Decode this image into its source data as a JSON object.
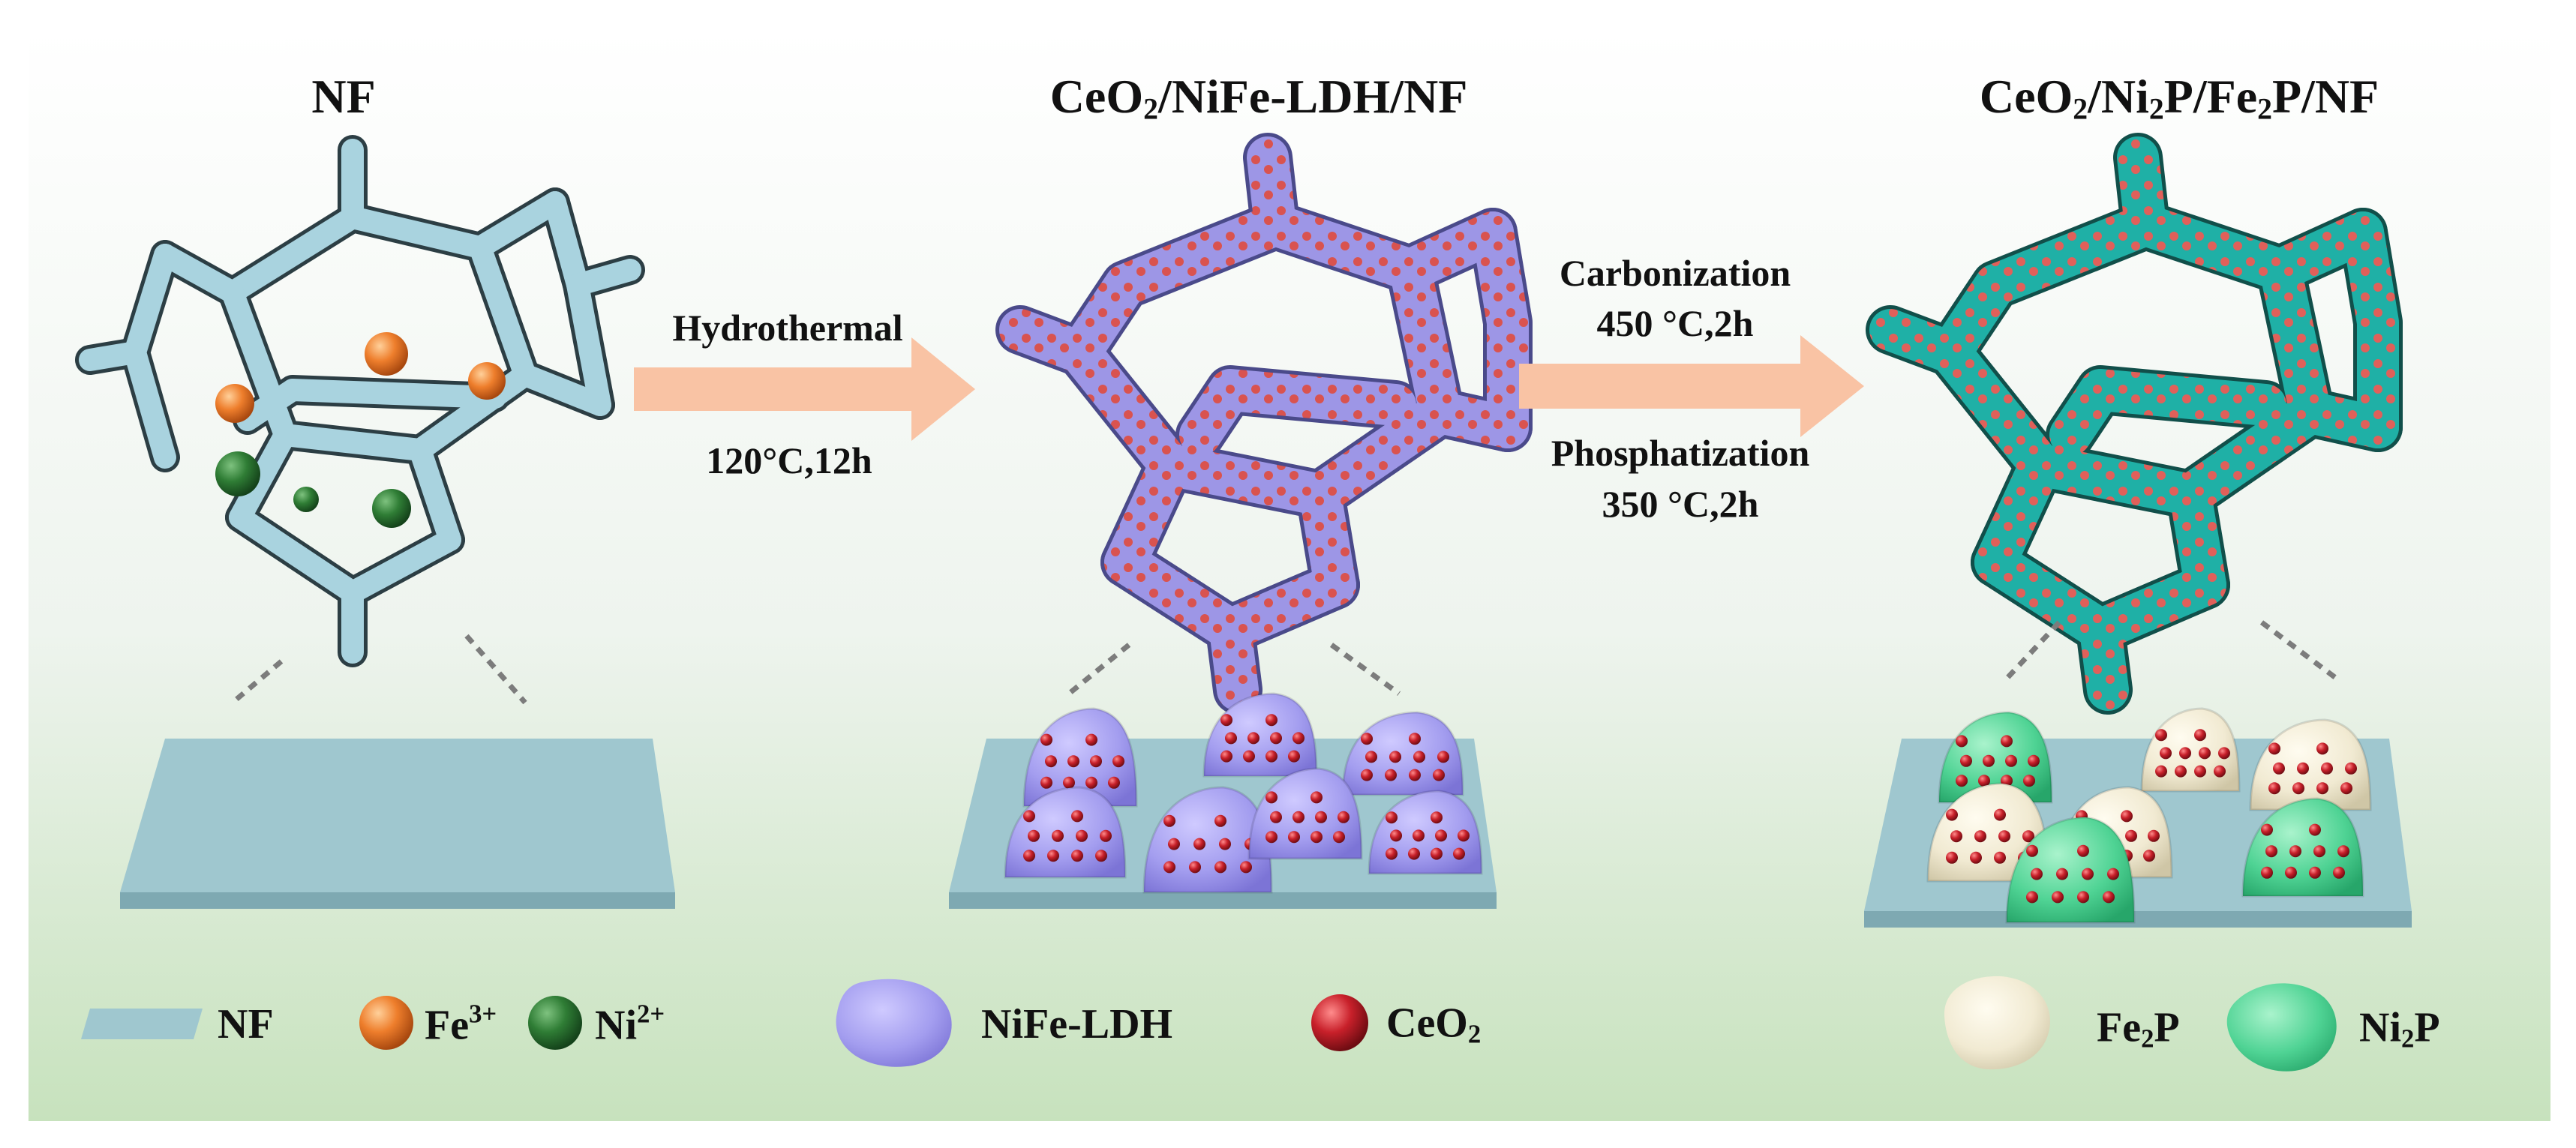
{
  "panels": {
    "nf": {
      "title": "NF"
    },
    "ldh": {
      "title_main": "CeO",
      "title_sub": "2",
      "title_rest": "/NiFe-LDH/NF"
    },
    "phos": {
      "title_main": "CeO",
      "title_sub": "2",
      "title_mid": "/Ni",
      "title_sub2": "2",
      "title_mid2": "P/Fe",
      "title_sub3": "2",
      "title_rest": "P/NF"
    }
  },
  "steps": {
    "hydrothermal": {
      "label": "Hydrothermal",
      "condition": "120°C,12h"
    },
    "carbonization": {
      "label": "Carbonization",
      "condition": "450 °C,2h"
    },
    "phosphatization": {
      "label": "Phosphatization",
      "condition": "350 °C,2h"
    }
  },
  "legend": {
    "nf": {
      "label": "NF"
    },
    "fe": {
      "label": "Fe",
      "sup": "3+"
    },
    "ni": {
      "label": "Ni",
      "sup": "2+"
    },
    "ldh": {
      "label": "NiFe-LDH"
    },
    "ceo2": {
      "label": "CeO",
      "sub": "2"
    },
    "fe2p": {
      "label": "Fe",
      "sub": "2",
      "rest": "P"
    },
    "ni2p": {
      "label": "Ni",
      "sub": "2",
      "rest": "P"
    }
  },
  "colors": {
    "nf_frame": "#a9d3df",
    "nf_substrate": "#9fc7cf",
    "fe_ion": "#e8782a",
    "ni_ion": "#2f7a34",
    "ldh": "#a9a3ef",
    "ceo2": "#c4212b",
    "ni2p": "#4ed392",
    "fe2p": "#f2ecd6",
    "phos_frame": "#21b3a9",
    "arrow": "#f9c3a4"
  }
}
